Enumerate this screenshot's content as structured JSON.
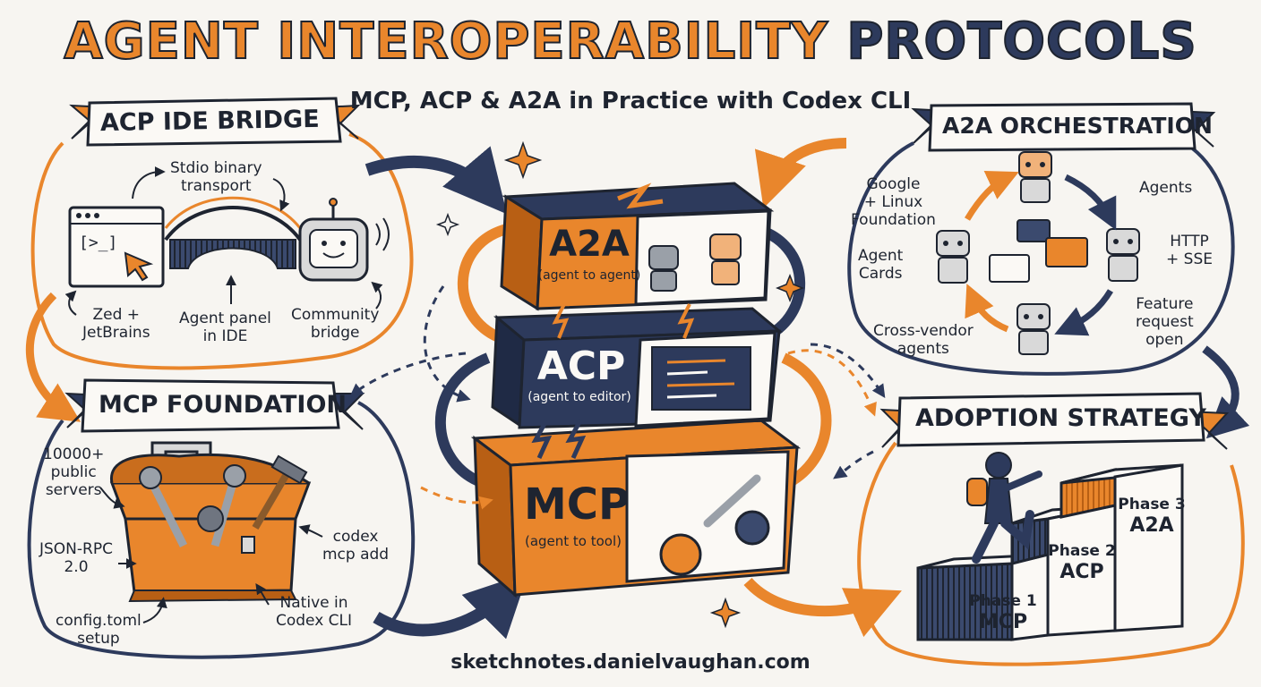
{
  "title": {
    "part1": "AGENT INTEROPERABILITY",
    "part2": "PROTOCOLS"
  },
  "subtitle": "MCP, ACP & A2A in Practice with Codex CLI",
  "colors": {
    "orange": "#e9862c",
    "navy": "#2d3a5c",
    "ink": "#1e2430",
    "paper": "#f7f5f1"
  },
  "acp_bridge": {
    "banner": "ACP IDE BRIDGE",
    "labels": {
      "stdio": [
        "Stdio binary",
        "transport"
      ],
      "zed": [
        "Zed +",
        "JetBrains"
      ],
      "panel": [
        "Agent panel",
        "in IDE"
      ],
      "community": [
        "Community",
        "bridge"
      ]
    },
    "terminal_prompt": "[>_]",
    "icons": [
      "terminal-window-icon",
      "cursor-icon",
      "bridge-icon",
      "robot-icon"
    ]
  },
  "mcp_foundation": {
    "banner": "MCP FOUNDATION",
    "labels": {
      "servers": [
        "10000+",
        "public",
        "servers"
      ],
      "jsonrpc": [
        "JSON-RPC",
        "2.0"
      ],
      "config": [
        "config.toml",
        "setup"
      ],
      "codex": [
        "codex",
        "mcp add"
      ],
      "native": [
        "Native in",
        "Codex CLI"
      ]
    },
    "icons": [
      "toolbox-icon",
      "wrench-icon",
      "hammer-icon"
    ]
  },
  "a2a_orchestration": {
    "banner": "A2A ORCHESTRATION",
    "labels": {
      "google": [
        "Google",
        "+ Linux",
        "Foundation"
      ],
      "agents": [
        "Agents"
      ],
      "cards": [
        "Agent",
        "Cards"
      ],
      "http": [
        "HTTP",
        "+ SSE"
      ],
      "feature": [
        "Feature",
        "request",
        "open"
      ],
      "cross": [
        "Cross-vendor",
        "agents"
      ]
    },
    "icons": [
      "robot-icon",
      "chat-bubble-icon"
    ]
  },
  "adoption": {
    "banner": "ADOPTION STRATEGY",
    "phases": [
      {
        "line1": "Phase 1",
        "line2": "MCP"
      },
      {
        "line1": "Phase 2",
        "line2": "ACP"
      },
      {
        "line1": "Phase 3",
        "line2": "A2A"
      }
    ],
    "icons": [
      "climber-icon",
      "stairs-icon"
    ]
  },
  "stack": [
    {
      "name": "A2A",
      "sub": "(agent to agent)"
    },
    {
      "name": "ACP",
      "sub": "(agent to editor)"
    },
    {
      "name": "MCP",
      "sub": "(agent to tool)"
    }
  ],
  "footer": "sketchnotes.danielvaughan.com"
}
